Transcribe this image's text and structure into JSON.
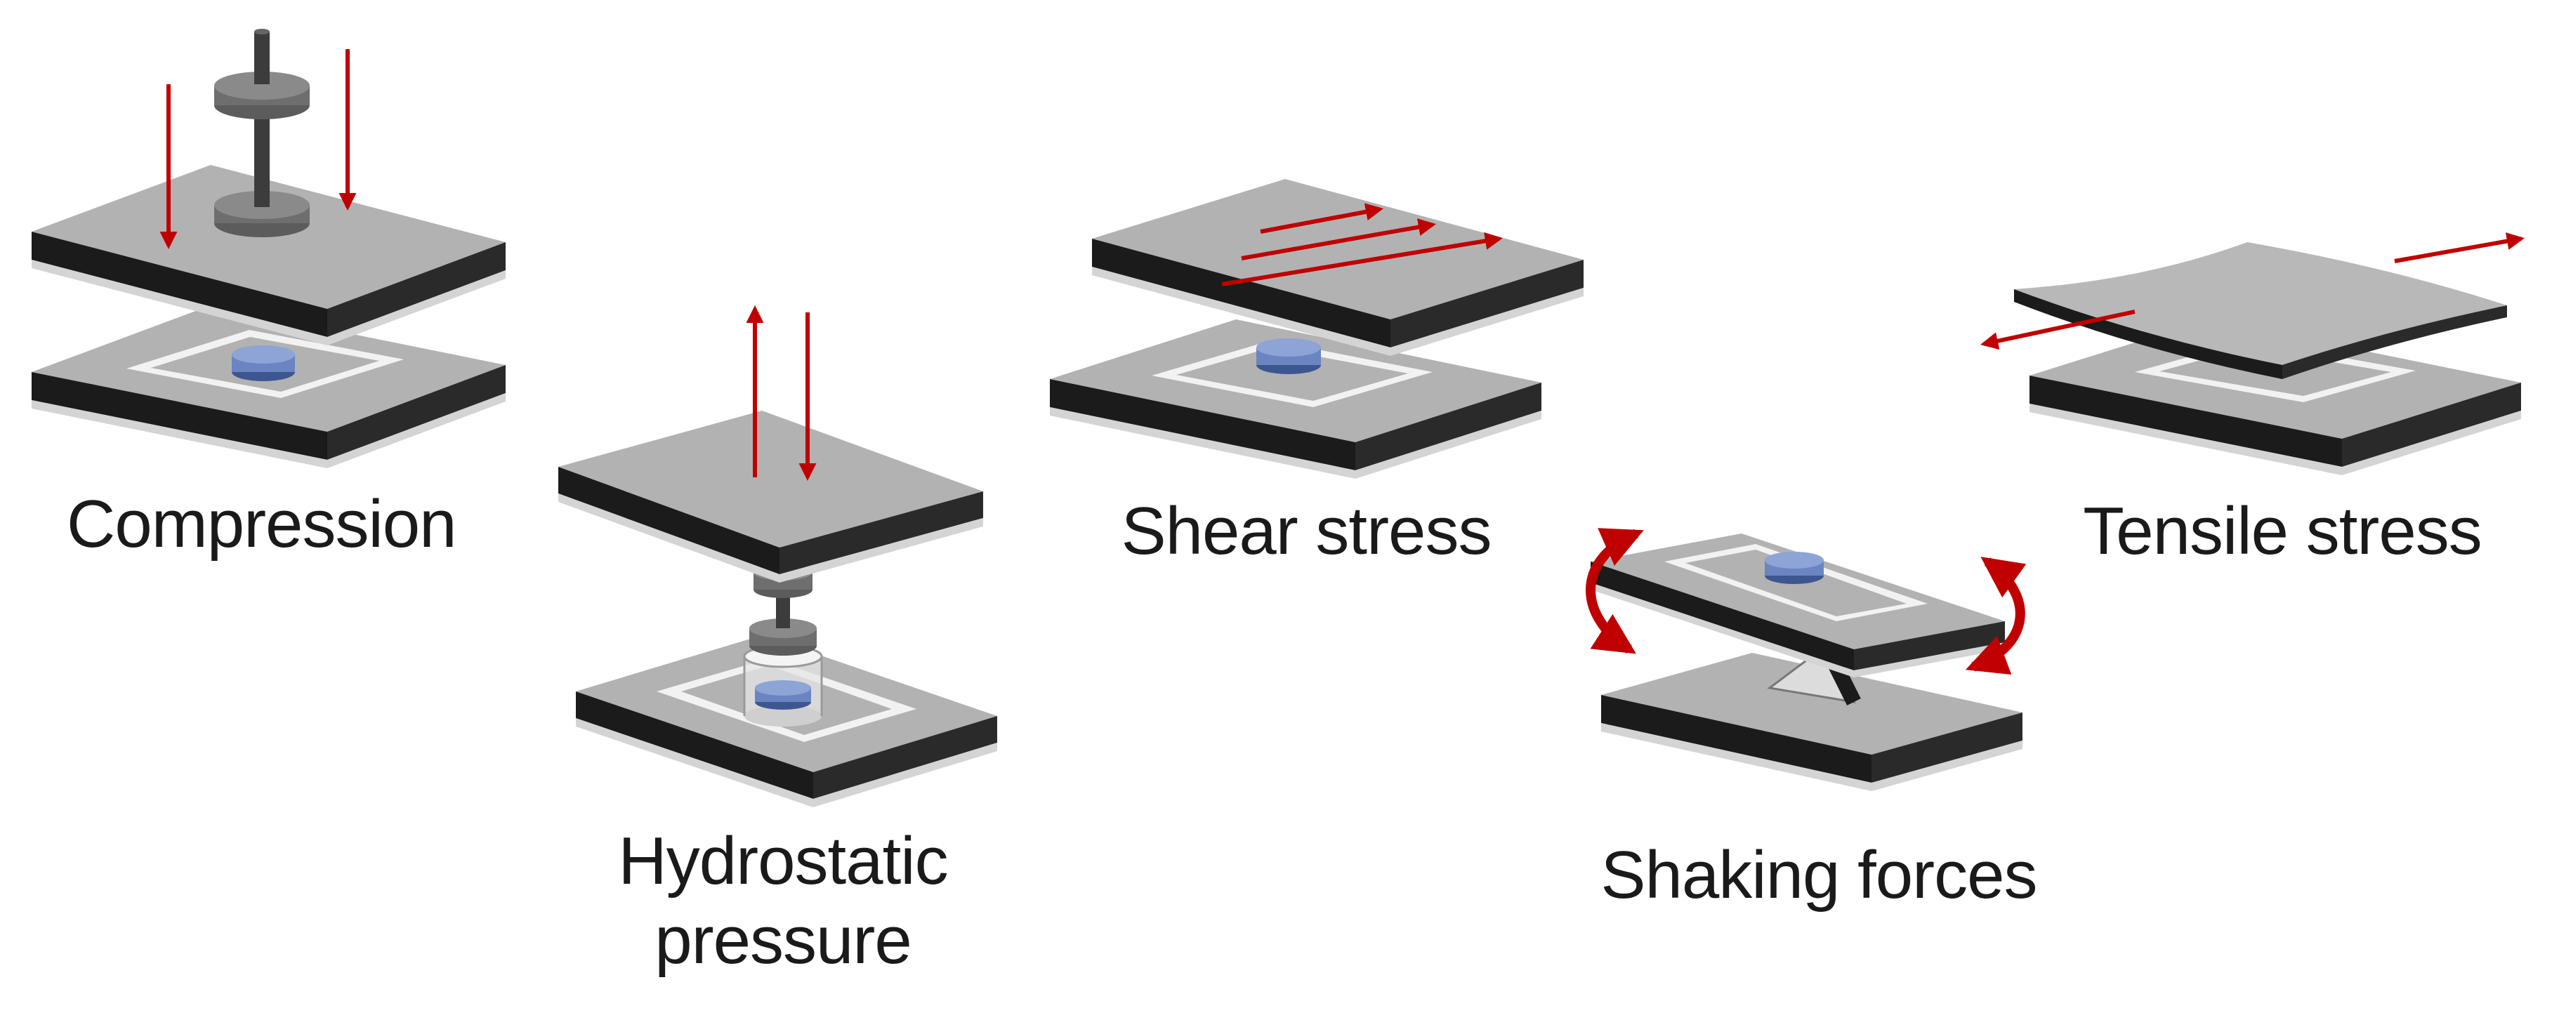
{
  "colors": {
    "plate_top": "#b2b2b2",
    "plate_side": "#1b1b1b",
    "plate_edge": "#d8d8d8",
    "well_frame": "#f2f2f2",
    "sample": "#6b84c2",
    "arrow": "#c00000",
    "rod": "#3c3c3c",
    "disc": "#7a7a7a"
  },
  "panels": {
    "compression": {
      "label": "Compression"
    },
    "hydrostatic": {
      "label_line1": "Hydrostatic",
      "label_line2": "pressure"
    },
    "shear": {
      "label": "Shear stress"
    },
    "shaking": {
      "label": "Shaking forces"
    },
    "tensile": {
      "label": "Tensile stress"
    }
  }
}
